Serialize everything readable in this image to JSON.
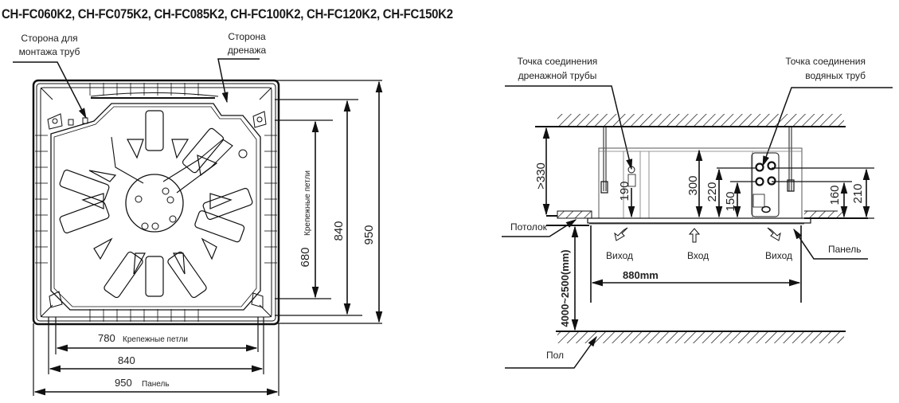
{
  "title": "CH-FC060K2, CH-FC075K2, CH-FC085K2, CH-FC100K2, CH-FC120K2, CH-FC150K2",
  "top_view": {
    "callouts": {
      "pipe_side_line1": "Сторона для",
      "pipe_side_line2": "монтажа труб",
      "drain_side_line1": "Сторона",
      "drain_side_line2": "дренажа"
    },
    "dimensions": {
      "vertical": {
        "hook_span": "680",
        "hook_label": "Крепежные петли",
        "body": "840",
        "panel": "950"
      },
      "horizontal": {
        "hook_span": "780",
        "hook_label": "Крепежные петли",
        "body": "840",
        "panel": "950",
        "panel_label": "Панель"
      }
    }
  },
  "side_view": {
    "callouts": {
      "drain_conn_line1": "Точка соединения",
      "drain_conn_line2": "дренажной трубы",
      "water_conn_line1": "Точка соединения",
      "water_conn_line2": "водяных труб",
      "ceiling": "Потолок",
      "panel": "Панель",
      "floor": "Пол"
    },
    "airflow": {
      "outlet_left": "Виход",
      "inlet": "Вход",
      "outlet_right": "Виход"
    },
    "dimensions": {
      "clearance_above": ">330",
      "drain_height": "190",
      "unit_height": "300",
      "pipe_upper": "220",
      "pipe_lower": "150",
      "right_lower": "160",
      "right_upper": "210",
      "width": "880mm",
      "install_height": "4000~2500(mm)"
    }
  }
}
